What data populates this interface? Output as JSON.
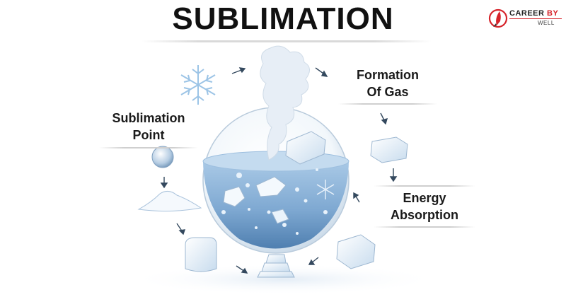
{
  "title": "SUBLIMATION",
  "labels": {
    "formation": [
      "Formation",
      "Of Gas"
    ],
    "sublimation_point": [
      "Sublimation",
      "Point"
    ],
    "energy": [
      "Energy",
      "Absorption"
    ]
  },
  "brand": {
    "name_main": "CAREER",
    "name_accent": "BY",
    "name_sub": "WELL",
    "accent_color": "#d6232a"
  },
  "colors": {
    "water": "#8fb8dc",
    "water_dark": "#5d8fbd",
    "ice": "#dbe9f5",
    "vapor": "#e7eef6"
  }
}
